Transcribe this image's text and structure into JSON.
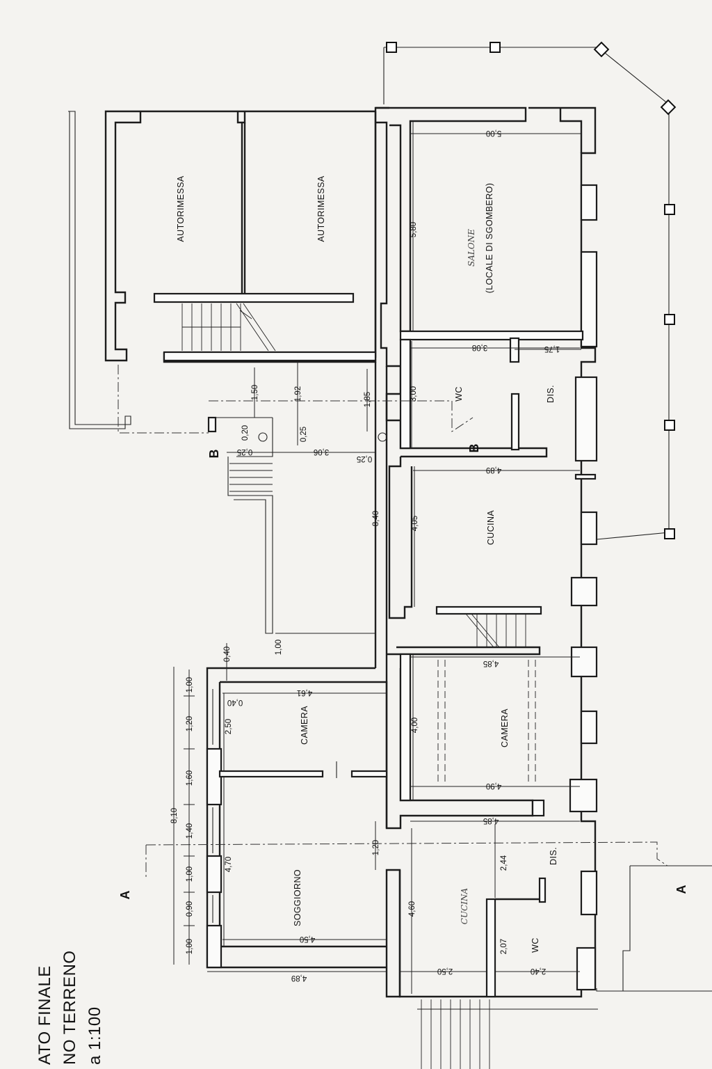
{
  "title": {
    "line1": "ATO FINALE",
    "line2": "NO TERRENO",
    "line3": "a 1:100"
  },
  "rooms": {
    "autorimessa_1": "AUTORIMESSA",
    "autorimessa_2": "AUTORIMESSA",
    "salone": "SALONE",
    "salone_note": "(LOCALE DI SGOMBERO)",
    "wc_upper": "WC",
    "dis_upper": "DIS.",
    "cucina_main": "CUCINA",
    "camera_left": "CAMERA",
    "camera_right": "CAMERA",
    "soggiorno": "SOGGIORNO",
    "cucina_small": "CUCINA",
    "dis_lower": "DIS.",
    "wc_lower": "WC"
  },
  "section_marks": {
    "b_left": "B",
    "b_right": "B",
    "a_left": "A",
    "a_right": "A"
  },
  "dimensions": {
    "d500": "5,00",
    "d580": "5,80",
    "d308": "3,08",
    "d175": "1,75",
    "d300": "3,00",
    "d489_top": "4,89",
    "d405": "4,05",
    "d485_top": "4,85",
    "d400": "4,00",
    "d490": "4,90",
    "d485_bot": "4,85",
    "d244": "2,44",
    "d460": "4,60",
    "d207": "2,07",
    "d250_bot": "2,50",
    "d240": "2,40",
    "d150": "1,50",
    "d192": "1,92",
    "d185": "1,85",
    "d020": "0,20",
    "d025_a": "0,25",
    "d025_b": "0,25",
    "d306": "3,06",
    "d025_c": "0,25",
    "d840": "8,40",
    "d100_mid": "1,00",
    "d040_top": "0,40",
    "d040_b": "0,40",
    "d461": "4,61",
    "d250": "2,50",
    "d470": "4,70",
    "d120_mid": "1,20",
    "d450": "4,50",
    "d489_bot": "4,89",
    "d810": "8,10",
    "chain_100_a": "1,00",
    "chain_120": "1,20",
    "chain_160": "1,60",
    "chain_140": "1,40",
    "chain_100_b": "1,00",
    "chain_090": "0,90",
    "chain_100_c": "1,00"
  }
}
